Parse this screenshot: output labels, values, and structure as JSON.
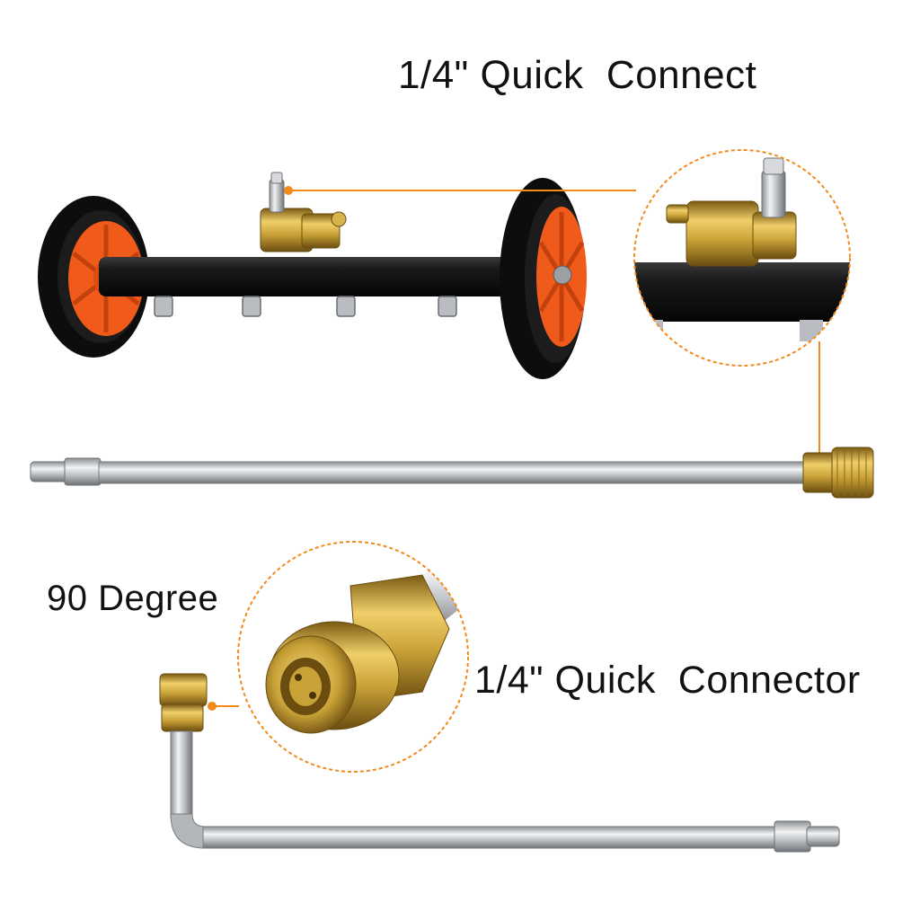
{
  "labels": {
    "quick_connect": "1/4\" Quick  Connect",
    "ninety_degree": "90 Degree",
    "quick_connector": "1/4\" Quick  Connector"
  },
  "colors": {
    "background": "#ffffff",
    "callout_accent": "#f28a1c",
    "wheel_hub": "#f05a1a",
    "tire": "#111111",
    "brass": "#c9a237",
    "steel": "#c7c9cc"
  },
  "icons": {
    "water_broom": "undercarriage-cleaner-illustration",
    "extension_wand": "straight-wand-illustration",
    "angled_wand": "bent-wand-illustration",
    "zoom_callouts": "magnifier-circle"
  }
}
